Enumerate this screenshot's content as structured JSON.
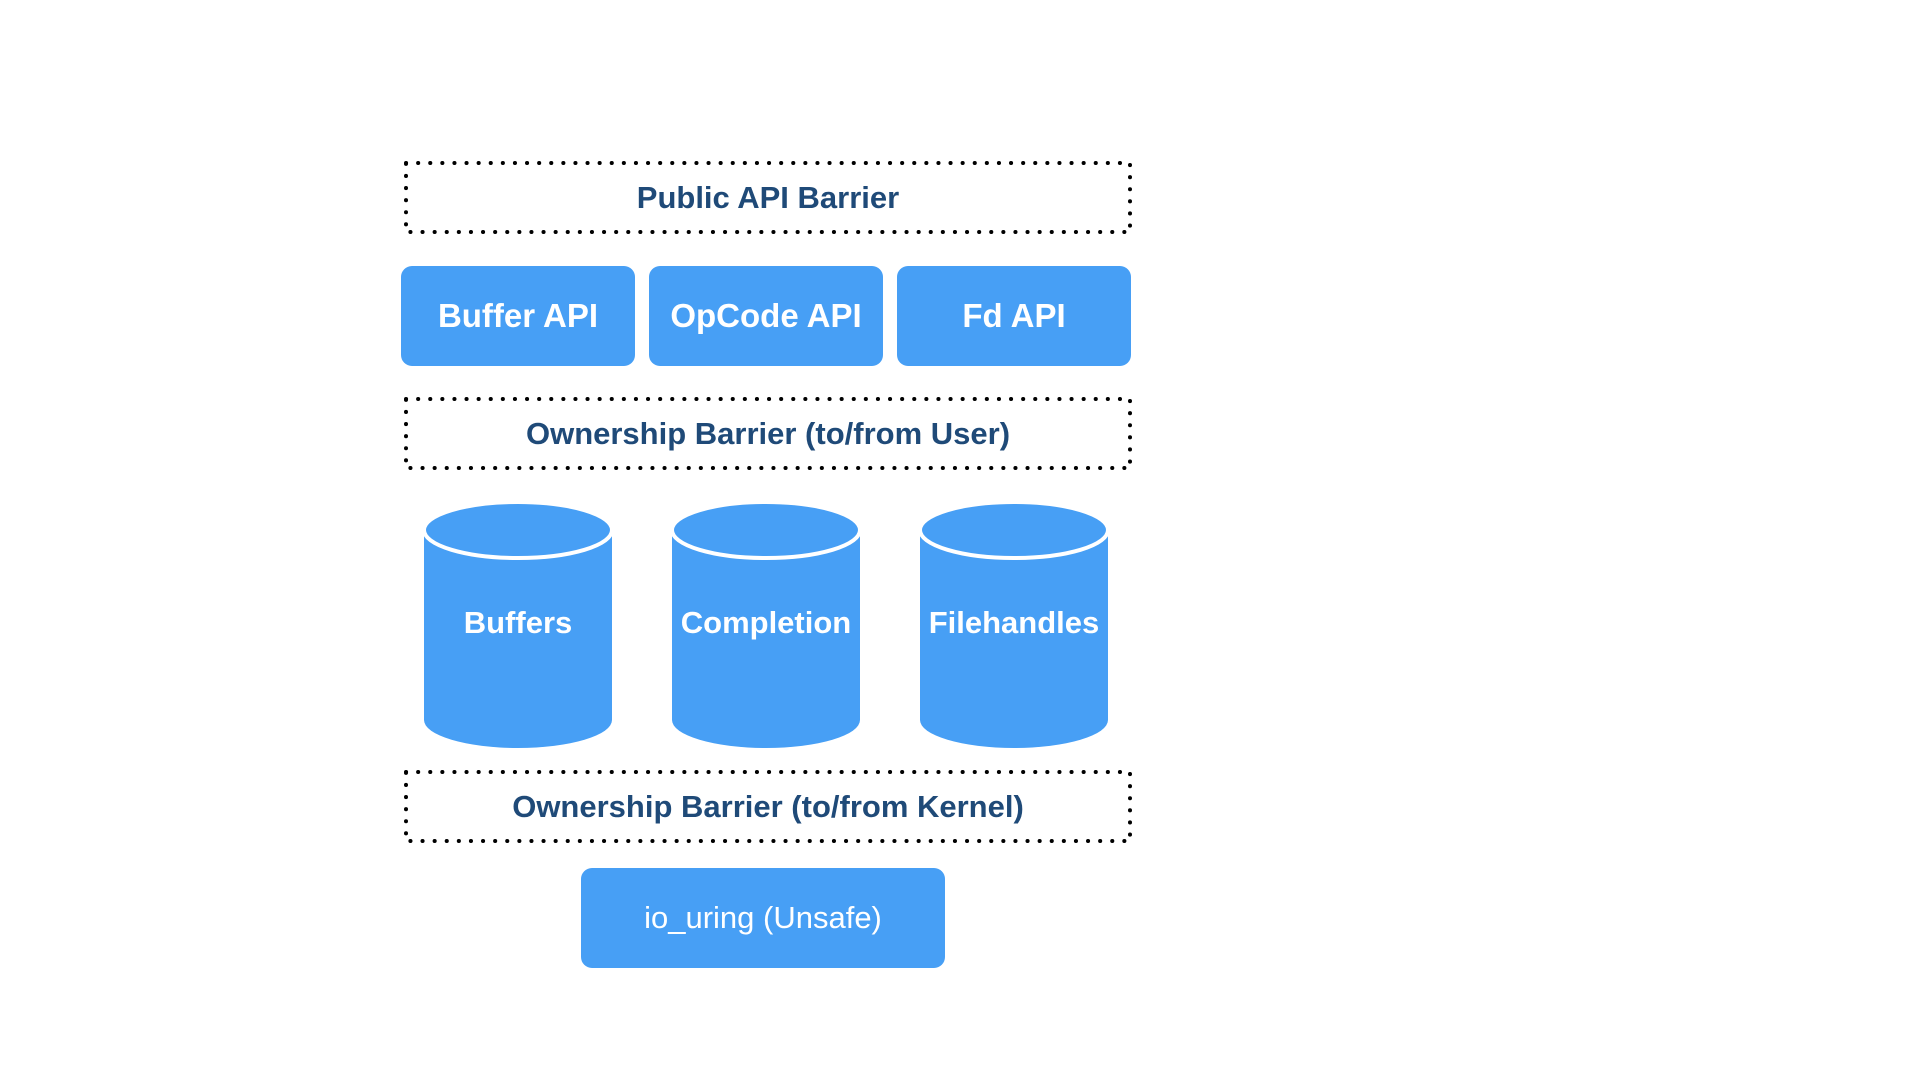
{
  "barriers": {
    "public_api": "Public API Barrier",
    "ownership_user": "Ownership Barrier (to/from User)",
    "ownership_kernel": "Ownership Barrier (to/from Kernel)"
  },
  "apis": [
    "Buffer API",
    "OpCode API",
    "Fd API"
  ],
  "stores": [
    "Buffers",
    "Completion",
    "Filehandles"
  ],
  "base": "io_uring (Unsafe)",
  "colors": {
    "fill": "#479ff5",
    "barrier_text": "#1f4a78",
    "dots": "#000000"
  }
}
